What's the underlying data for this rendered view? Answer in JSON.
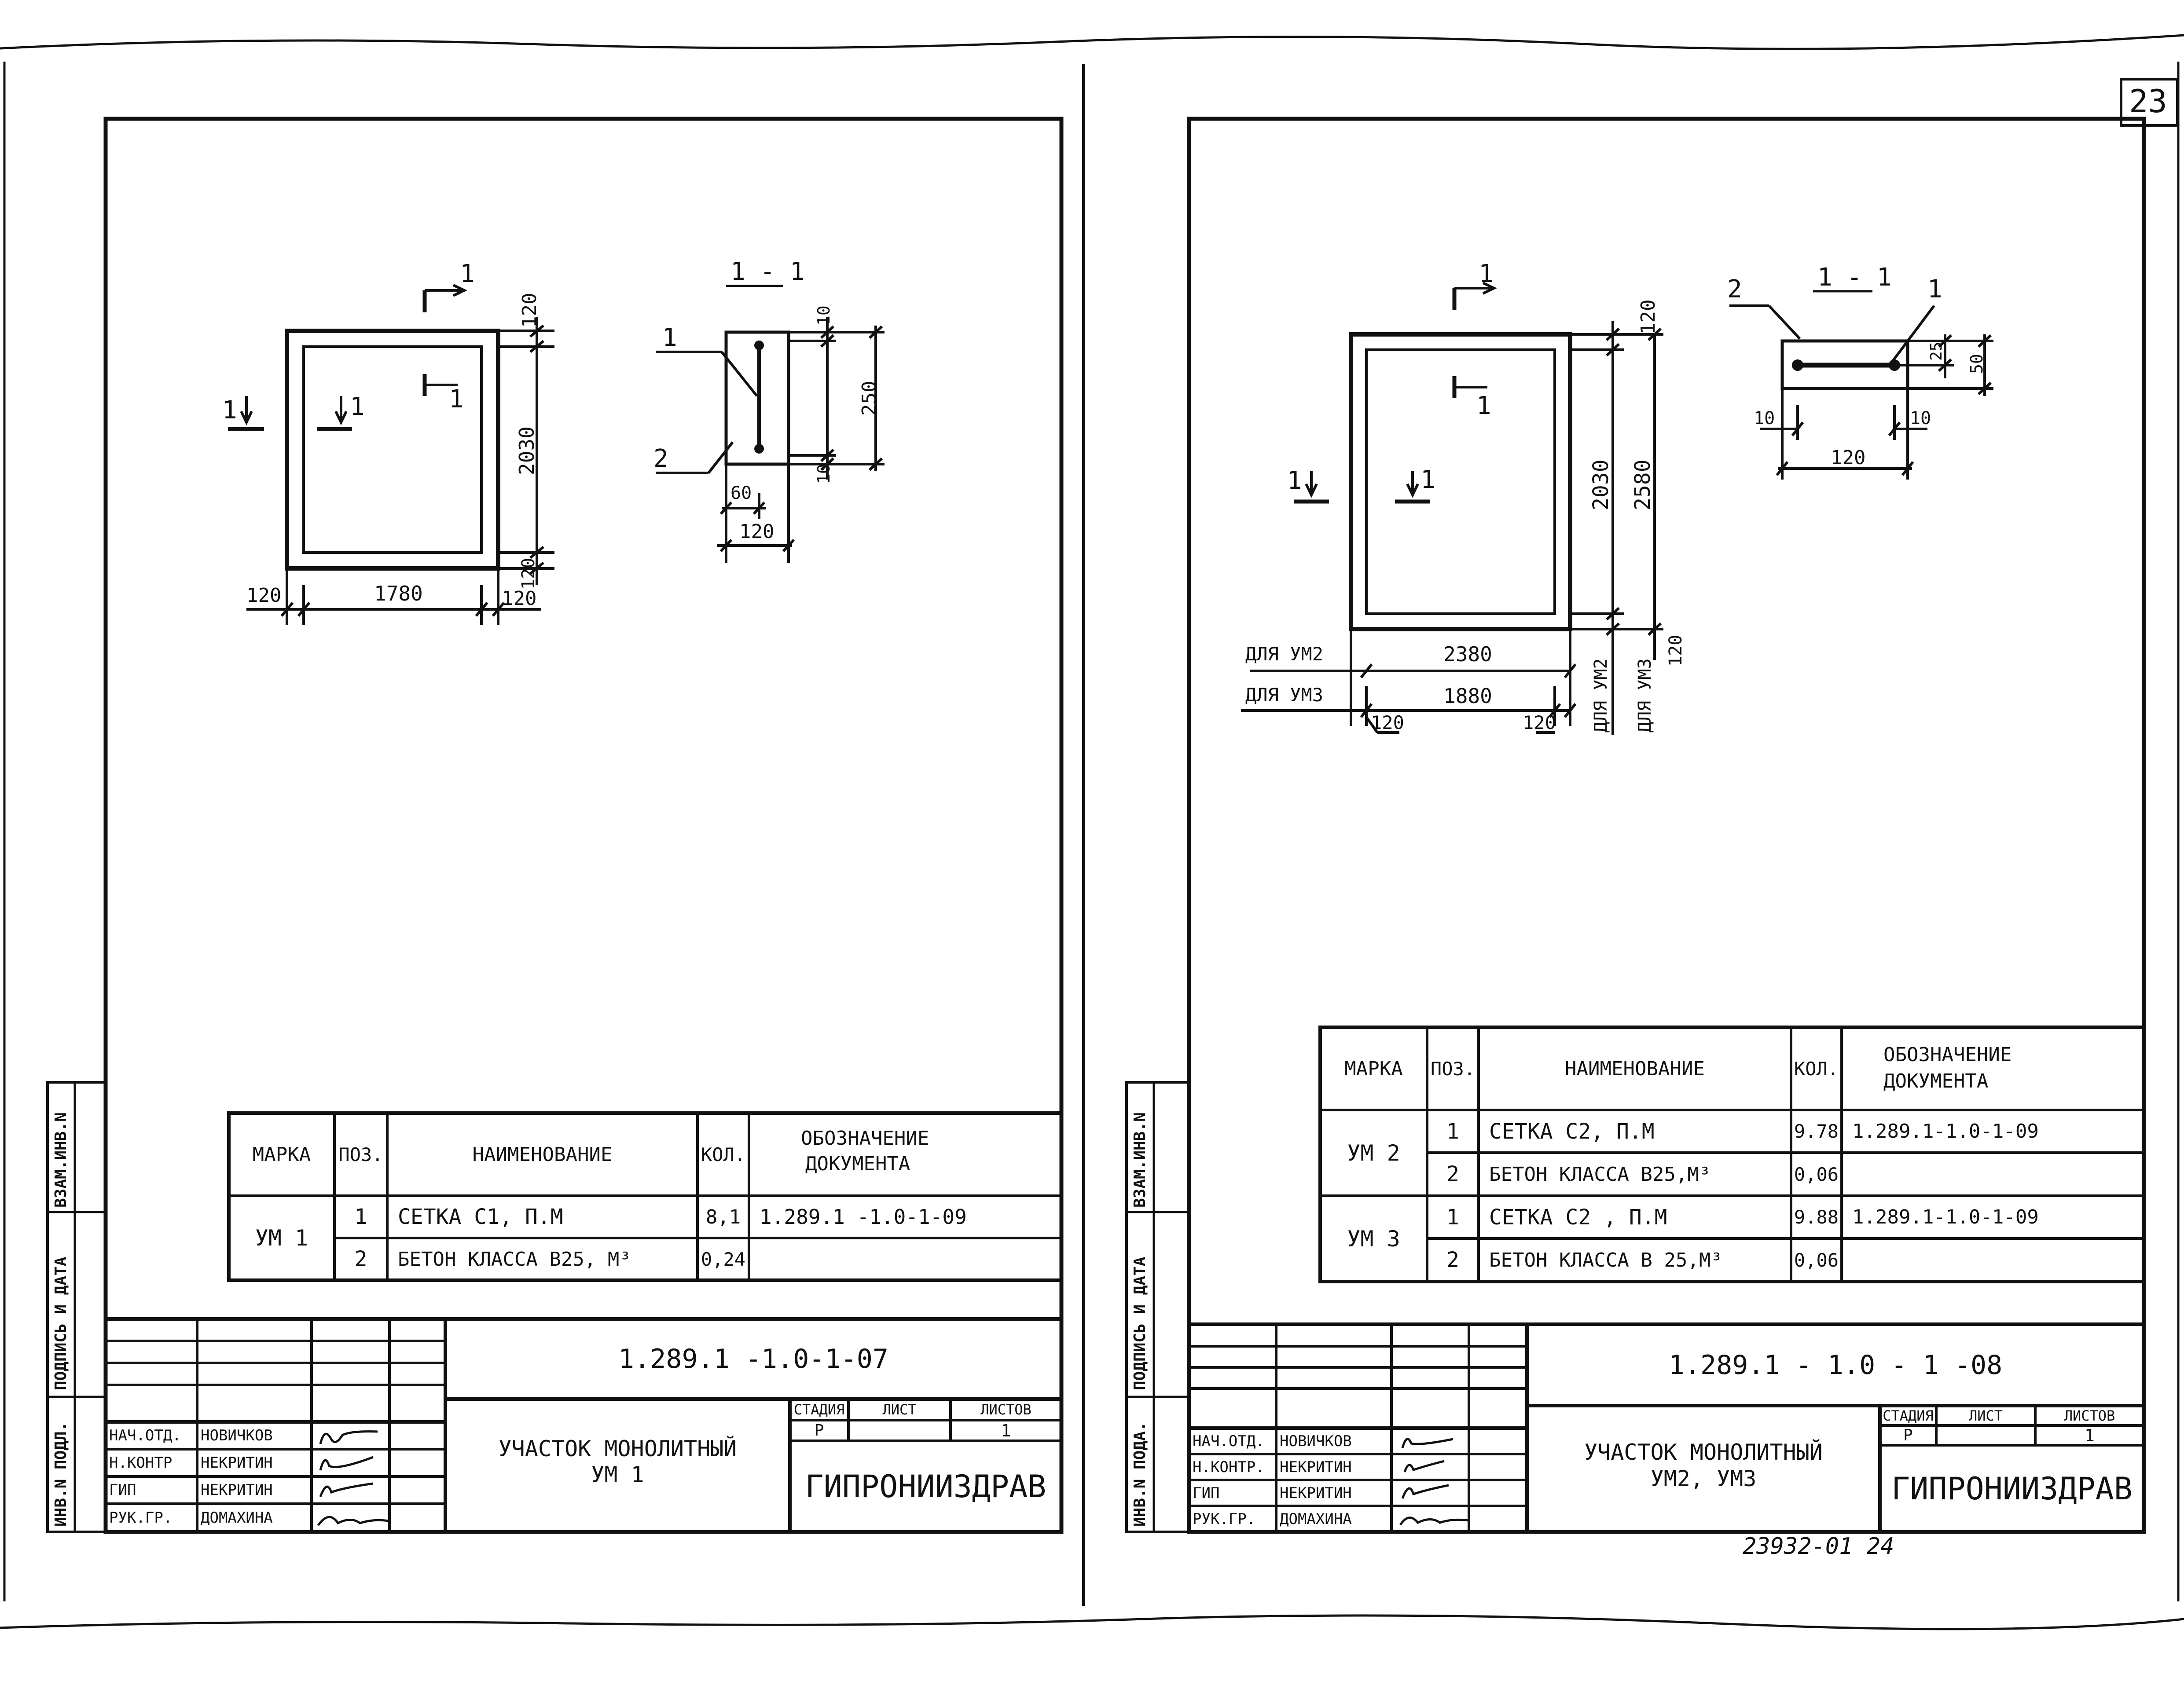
{
  "page_number": "23",
  "footer_code": "23932-01 24",
  "side_stamp": {
    "labels": [
      "ИНВ.N ПОДЛ.",
      "ПОДПИСЬ И ДАТА",
      "ВЗАМ.ИНВ.N"
    ],
    "labels_right": [
      "ИНВ.N ПОДА.",
      "ПОДПИСЬ И ДАТА",
      "ВЗАМ.ИНВ.N"
    ]
  },
  "left_sheet": {
    "drawing": {
      "section_marks": [
        "1",
        "1",
        "1",
        "1"
      ],
      "section_title": "1 - 1",
      "dims_plan": [
        "120",
        "2030",
        "120",
        "120",
        "1780",
        "120"
      ],
      "dims_section": [
        "10",
        "250",
        "10",
        "60",
        "120"
      ],
      "callouts": [
        "1",
        "2"
      ]
    },
    "spec": {
      "headers": [
        "МАРКА",
        "ПОЗ.",
        "НАИМЕНОВАНИЕ",
        "КОЛ.",
        "ОБОЗНАЧЕНИЕ",
        "ДОКУМЕНТА"
      ],
      "mark": "УМ 1",
      "rows": [
        {
          "pos": "1",
          "name": "СЕТКА С1, П.М",
          "qty": "8,1",
          "doc": "1.289.1 -1.0-1-09"
        },
        {
          "pos": "2",
          "name": "БЕТОН КЛАССА В25, М³",
          "qty": "0,24",
          "doc": ""
        }
      ]
    },
    "title_block": {
      "code": "1.289.1 -1.0-1-07",
      "title_line1": "УЧАСТОК МОНОЛИТНЫЙ",
      "title_line2": "УМ 1",
      "stage_header": "СТАДИЯ",
      "sheet_header": "ЛИСТ",
      "sheets_header": "ЛИСТОВ",
      "stage": "Р",
      "sheets": "1",
      "org": "ГИПРОНИИЗДРАВ",
      "staff": [
        {
          "role": "НАЧ.ОТД.",
          "name": "НОВИЧКОВ"
        },
        {
          "role": "Н.КОНТР",
          "name": "НЕКРИТИН"
        },
        {
          "role": "ГИП",
          "name": "НЕКРИТИН"
        },
        {
          "role": "РУК.ГР.",
          "name": "ДОМАХИНА"
        }
      ]
    }
  },
  "right_sheet": {
    "drawing": {
      "section_marks": [
        "1",
        "1",
        "1",
        "1"
      ],
      "section_title": "1 - 1",
      "dims_plan": [
        "120",
        "2030",
        "2580",
        "2380",
        "1880",
        "120",
        "120",
        "120"
      ],
      "dim_notes": [
        "ДЛЯ УМ2",
        "ДЛЯ УМ3",
        "ДЛЯ УМ2",
        "ДЛЯ УМ3"
      ],
      "dims_section": [
        "25",
        "50",
        "10",
        "10",
        "120"
      ],
      "callouts": [
        "2",
        "1"
      ]
    },
    "spec": {
      "headers": [
        "МАРКА",
        "ПОЗ.",
        "НАИМЕНОВАНИЕ",
        "КОЛ.",
        "ОБОЗНАЧЕНИЕ",
        "ДОКУМЕНТА"
      ],
      "groups": [
        {
          "mark": "УМ 2",
          "rows": [
            {
              "pos": "1",
              "name": "СЕТКА С2, П.М",
              "qty": "9.78",
              "doc": "1.289.1-1.0-1-09"
            },
            {
              "pos": "2",
              "name": "БЕТОН КЛАССА В25,М³",
              "qty": "0,06",
              "doc": ""
            }
          ]
        },
        {
          "mark": "УМ 3",
          "rows": [
            {
              "pos": "1",
              "name": "СЕТКА С2 , П.М",
              "qty": "9.88",
              "doc": "1.289.1-1.0-1-09"
            },
            {
              "pos": "2",
              "name": "БЕТОН КЛАССА В 25,М³",
              "qty": "0,06",
              "doc": ""
            }
          ]
        }
      ]
    },
    "title_block": {
      "code": "1.289.1 - 1.0 - 1 -08",
      "title_line1": "УЧАСТОК МОНОЛИТНЫЙ",
      "title_line2": "УМ2, УМ3",
      "stage_header": "СТАДИЯ",
      "sheet_header": "ЛИСТ",
      "sheets_header": "ЛИСТОВ",
      "stage": "Р",
      "sheets": "1",
      "org": "ГИПРОНИИЗДРАВ",
      "staff": [
        {
          "role": "НАЧ.ОТД.",
          "name": "НОВИЧКОВ"
        },
        {
          "role": "Н.КОНТР.",
          "name": "НЕКРИТИН"
        },
        {
          "role": "ГИП",
          "name": "НЕКРИТИН"
        },
        {
          "role": "РУК.ГР.",
          "name": "ДОМАХИНА"
        }
      ]
    }
  }
}
